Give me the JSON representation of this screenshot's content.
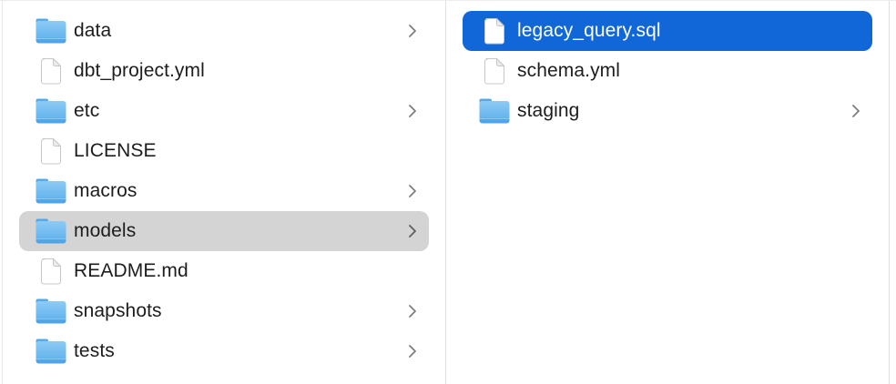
{
  "columns": [
    {
      "id": "left",
      "items": [
        {
          "label": "data",
          "type": "folder",
          "icon": "folder-icon",
          "chevron": true,
          "selected": null
        },
        {
          "label": "dbt_project.yml",
          "type": "file",
          "icon": "document-icon",
          "chevron": false,
          "selected": null
        },
        {
          "label": "etc",
          "type": "folder",
          "icon": "folder-icon",
          "chevron": true,
          "selected": null
        },
        {
          "label": "LICENSE",
          "type": "file",
          "icon": "document-icon",
          "chevron": false,
          "selected": null
        },
        {
          "label": "macros",
          "type": "folder",
          "icon": "folder-icon",
          "chevron": true,
          "selected": null
        },
        {
          "label": "models",
          "type": "folder",
          "icon": "folder-icon",
          "chevron": true,
          "selected": "gray"
        },
        {
          "label": "README.md",
          "type": "file",
          "icon": "document-icon",
          "chevron": false,
          "selected": null
        },
        {
          "label": "snapshots",
          "type": "folder",
          "icon": "folder-icon",
          "chevron": true,
          "selected": null
        },
        {
          "label": "tests",
          "type": "folder",
          "icon": "folder-icon",
          "chevron": true,
          "selected": null
        }
      ]
    },
    {
      "id": "right",
      "items": [
        {
          "label": "legacy_query.sql",
          "type": "file",
          "icon": "document-icon",
          "chevron": false,
          "selected": "blue"
        },
        {
          "label": "schema.yml",
          "type": "file",
          "icon": "document-icon",
          "chevron": false,
          "selected": null
        },
        {
          "label": "staging",
          "type": "folder",
          "icon": "folder-icon",
          "chevron": true,
          "selected": null
        }
      ]
    }
  ],
  "colors": {
    "selection_blue": "#1267d8",
    "selection_gray": "#d4d4d4",
    "divider": "#e0e0e0",
    "text": "#1d1d1f",
    "selected_text": "#ffffff",
    "chevron": "#7e7e7e",
    "folder_blue_light": "#8ccbf5",
    "folder_blue_dark": "#4ea2e4",
    "document_outline": "#c7c7c7"
  }
}
